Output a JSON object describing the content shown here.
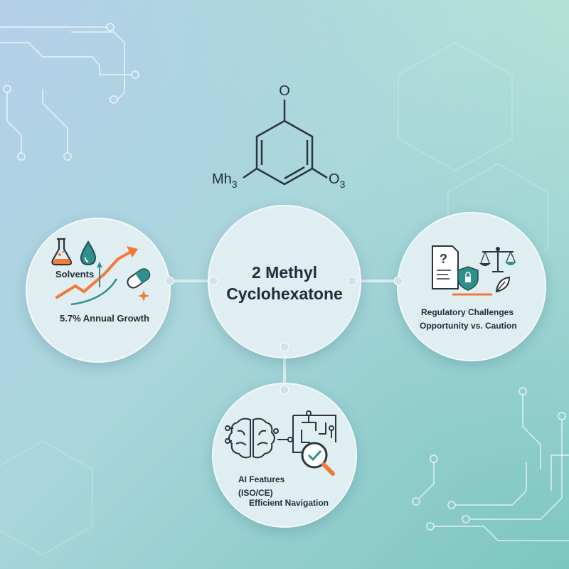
{
  "molecule": {
    "top_label": "O",
    "left_label_main": "Mh",
    "left_label_sub": "3",
    "right_label_main": "O",
    "right_label_sub": "3"
  },
  "center": {
    "line1": "2 Methyl",
    "line2": "Cyclohexatone"
  },
  "left_node": {
    "solvents_label": "Solvents",
    "growth_label": "5.7% Annual Growth",
    "icons": [
      "flask-icon",
      "droplet-icon",
      "growth-arrow-icon",
      "capsule-icon",
      "sparkle-icon"
    ]
  },
  "right_node": {
    "line1": "Regulatory Challenges",
    "line2": "Opportunity vs. Caution",
    "icons": [
      "document-question-icon",
      "shield-lock-icon",
      "balance-scale-icon",
      "leaf-icon"
    ]
  },
  "bottom_node": {
    "line1": "AI Features",
    "line2": "(ISO/CE)",
    "line3": "Efficient Navigation",
    "icons": [
      "brain-icon",
      "maze-icon",
      "magnifier-check-icon"
    ]
  },
  "colors": {
    "accent_orange": "#f07a3a",
    "accent_teal": "#2f8f8c",
    "text_dark": "#1f2d3a",
    "connector": "#dcebef"
  }
}
